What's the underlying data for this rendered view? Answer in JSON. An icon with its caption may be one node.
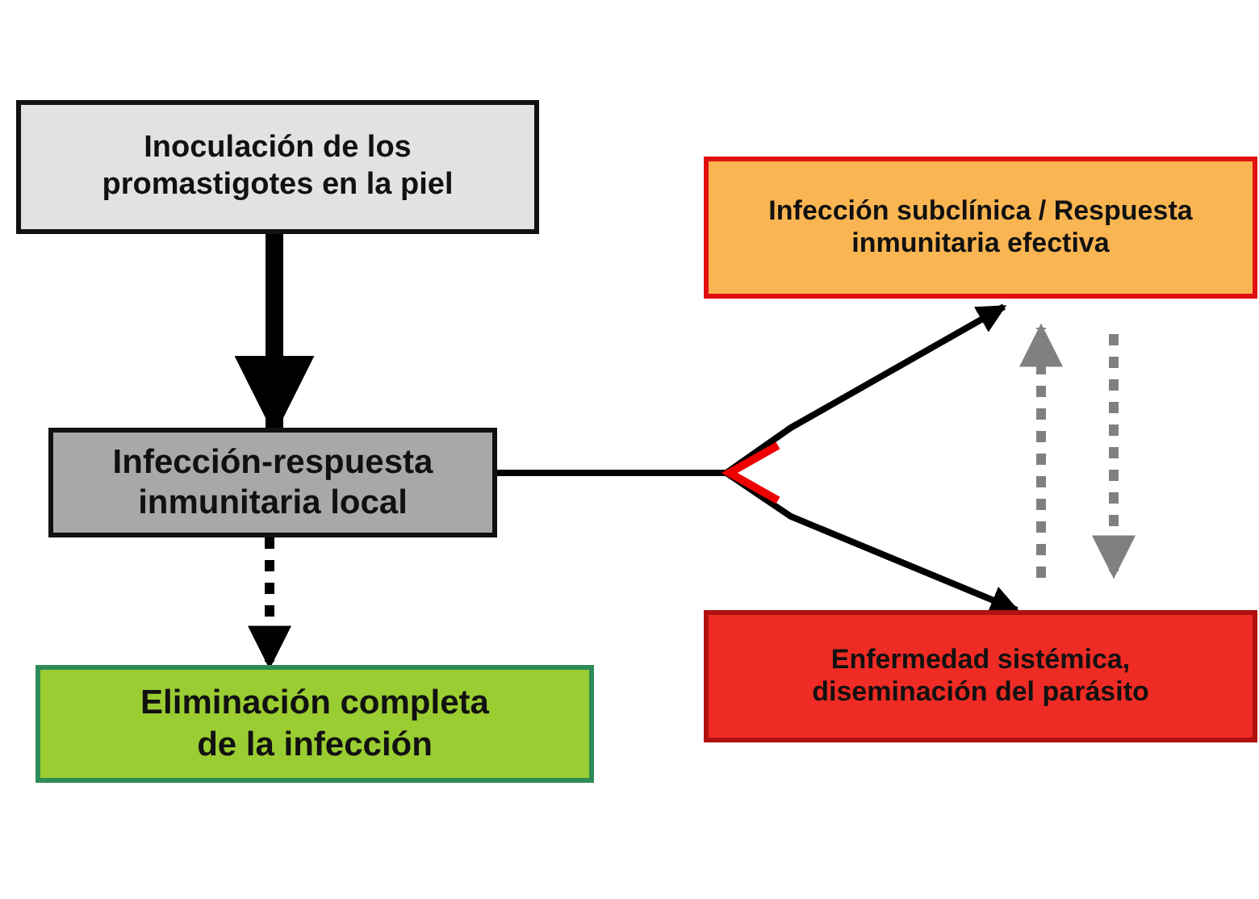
{
  "diagram": {
    "nodes": [
      {
        "text": [
          "Inoculación de los promastigotes en la piel"
        ]
      },
      {
        "text": [
          "Infección-respuesta inmunitaria local"
        ]
      },
      {
        "text": [
          "Eliminación completa de la infección"
        ]
      },
      {
        "text": [
          "Infección subclínica / Respuesta inmunitaria efectiva"
        ]
      },
      {
        "text": [
          "Enfermedad sistémica, diseminación del parásito"
        ]
      }
    ],
    "edges": [
      {
        "from": 0,
        "to": 1,
        "arrow": "to",
        "style": "thick"
      },
      {
        "from": 1,
        "to": 2,
        "arrow": "to",
        "style": "dashed"
      },
      {
        "from": 1,
        "to": 3,
        "arrow": "to"
      },
      {
        "from": 1,
        "to": 4,
        "arrow": "to"
      },
      {
        "from": 4,
        "to": 3,
        "arrow": "to",
        "style": "dashed",
        "color": "#808080"
      },
      {
        "from": 3,
        "to": 4,
        "arrow": "to",
        "style": "dashed",
        "color": "#808080"
      }
    ]
  }
}
